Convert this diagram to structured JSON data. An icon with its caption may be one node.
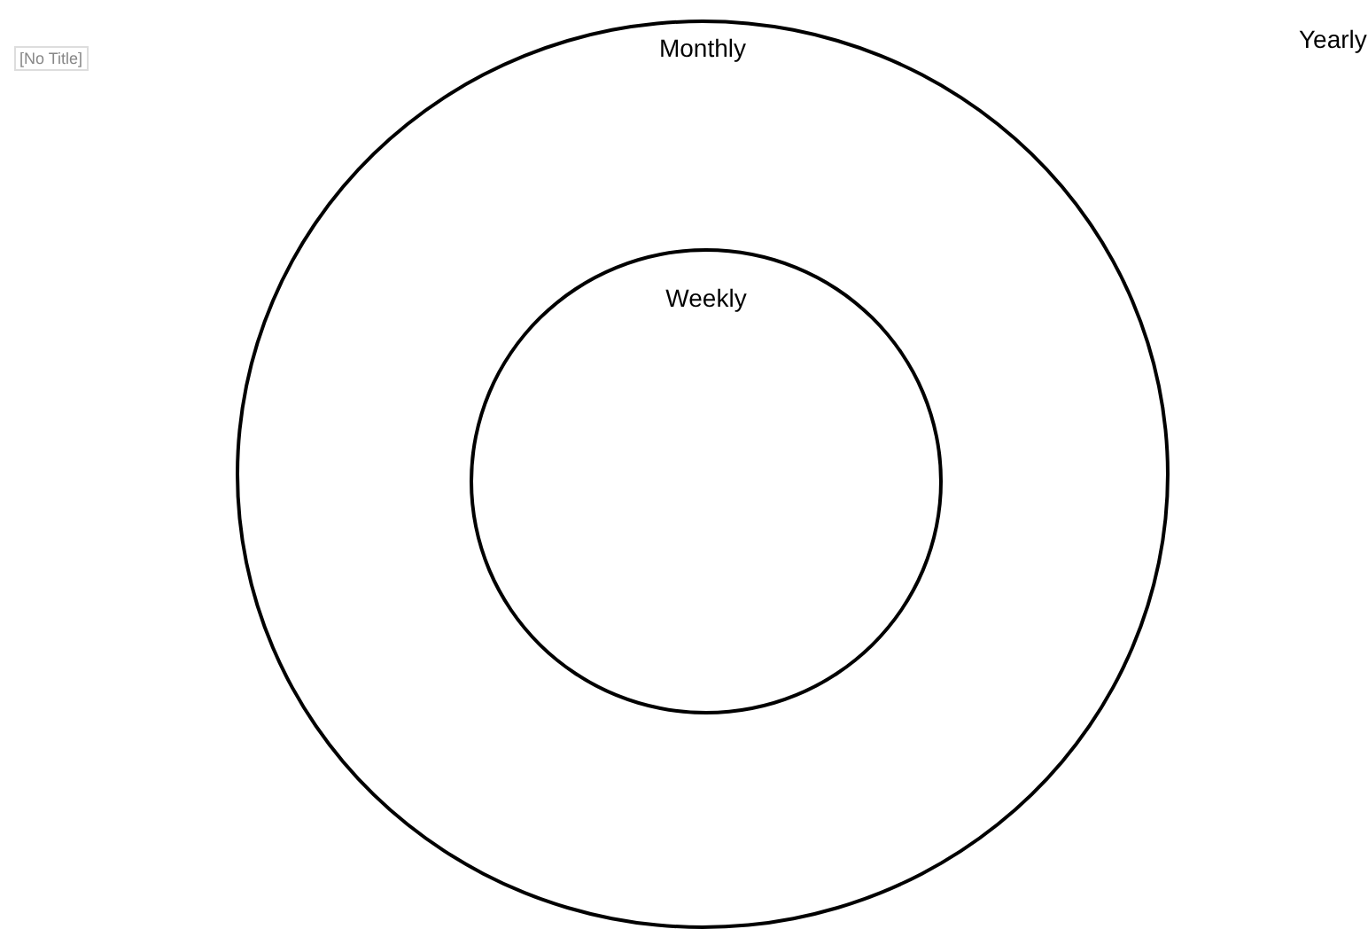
{
  "diagram": {
    "nodes": [
      {
        "text": [
          "Monthly"
        ]
      },
      {
        "text": [
          "Weekly"
        ],
        "in": 0
      }
    ],
    "labels": [
      "[No Title]",
      "Yearly"
    ]
  }
}
